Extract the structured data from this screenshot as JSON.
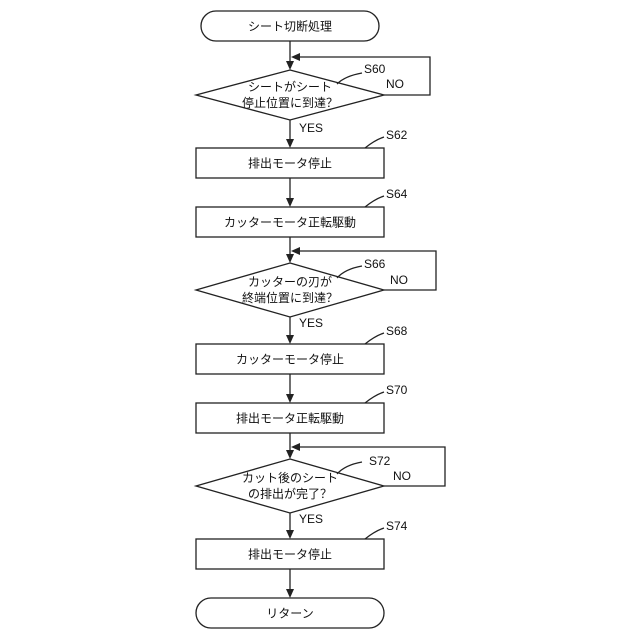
{
  "flowchart": {
    "start": {
      "text": "シート切断処理"
    },
    "decision_s60": {
      "line1": "シートがシート",
      "line2": "停止位置に到達？",
      "step": "S60",
      "no": "NO",
      "yes": "YES"
    },
    "process_s62": {
      "text": "排出モータ停止",
      "step": "S62"
    },
    "process_s64": {
      "text": "カッターモータ正転駆動",
      "step": "S64"
    },
    "decision_s66": {
      "line1": "カッターの刃が",
      "line2": "終端位置に到達？",
      "step": "S66",
      "no": "NO",
      "yes": "YES"
    },
    "process_s68": {
      "text": "カッターモータ停止",
      "step": "S68"
    },
    "process_s70": {
      "text": "排出モータ正転駆動",
      "step": "S70"
    },
    "decision_s72": {
      "line1": "カット後のシート",
      "line2": "の排出が完了？",
      "step": "S72",
      "no": "NO",
      "yes": "YES"
    },
    "process_s74": {
      "text": "排出モータ停止",
      "step": "S74"
    },
    "end": {
      "text": "リターン"
    }
  }
}
